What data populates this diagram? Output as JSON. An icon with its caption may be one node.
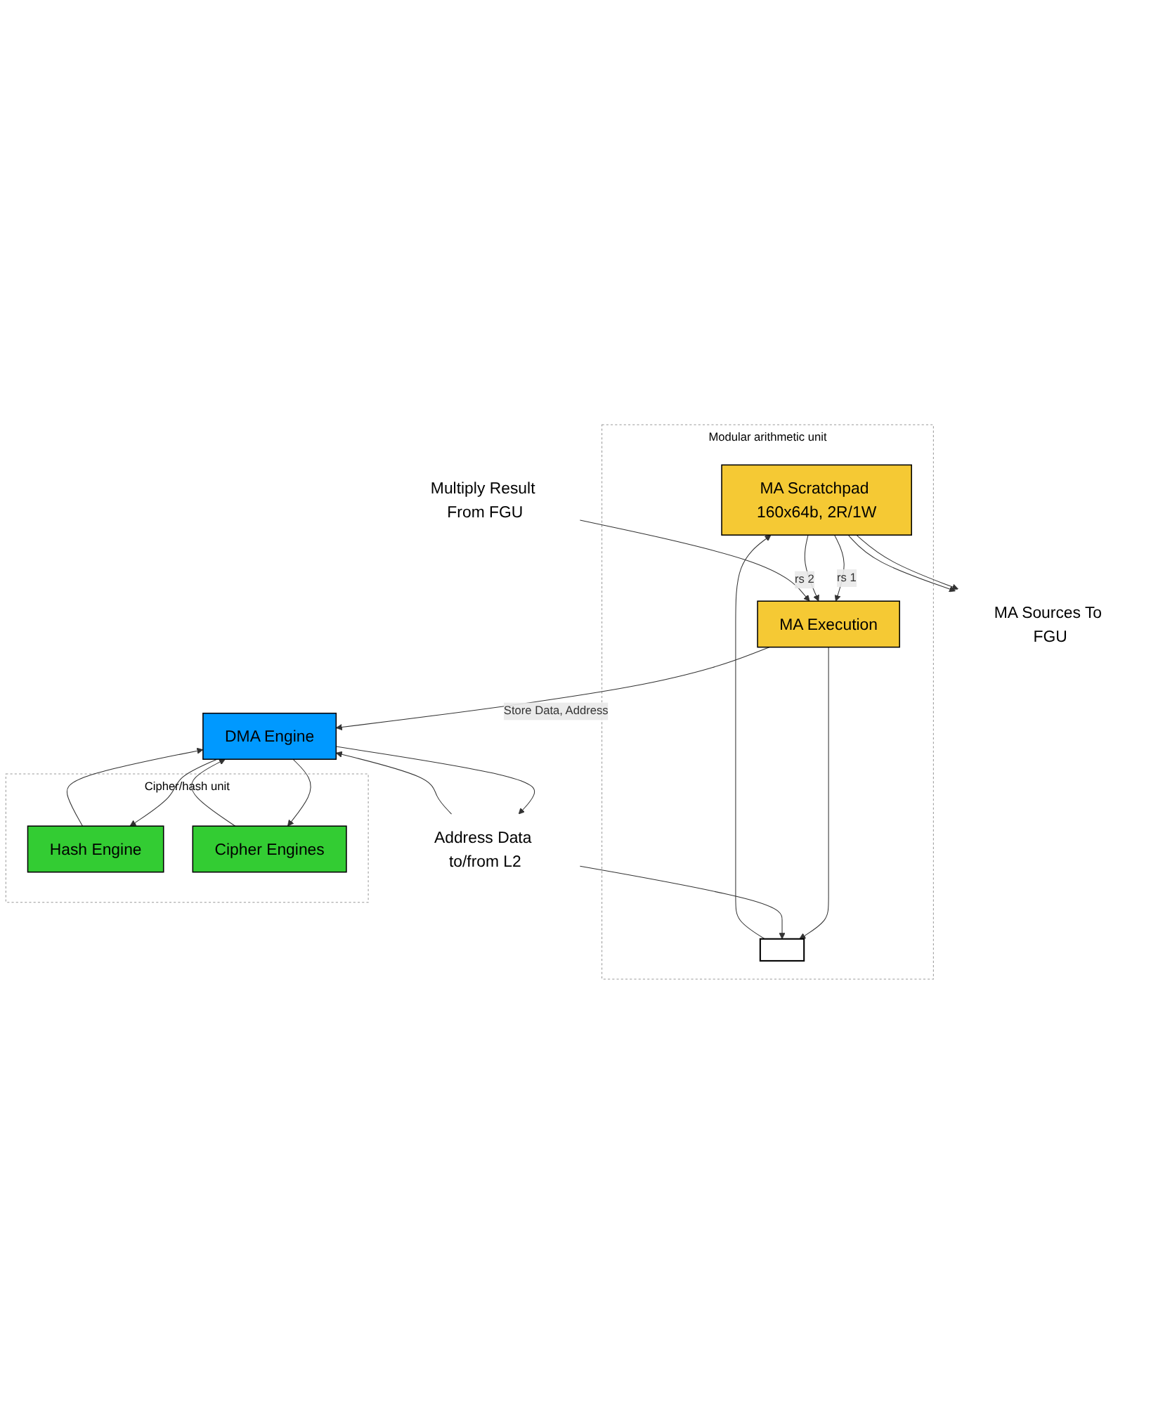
{
  "diagram": {
    "nodes": [
      {
        "text": [
          "Modular arithmetic unit"
        ]
      },
      {
        "text": [
          "MA Scratchpad 160x64b, 2R/1W"
        ],
        "in": 0
      },
      {
        "text": [],
        "shape": "bar",
        "in": 0
      },
      {
        "text": [
          "MA Execution"
        ],
        "in": 0
      },
      {
        "text": [
          "MA Sources To FGU"
        ]
      },
      {
        "text": [
          "Multiply Result From FGU"
        ]
      },
      {
        "text": [
          "DMA Engine"
        ]
      },
      {
        "text": [
          "Address Data to/from L2"
        ]
      },
      {
        "text": [
          "Cipher/hash unit"
        ]
      },
      {
        "text": [
          "Hash Engine"
        ],
        "in": 8
      },
      {
        "text": [
          "Cipher Engines"
        ],
        "in": 8
      }
    ],
    "edges": [
      {
        "from": 2,
        "to": 1,
        "arrow": "to"
      },
      {
        "from": 1,
        "to": 4,
        "arrow": "to"
      },
      {
        "from": 1,
        "to": 4,
        "arrow": "to"
      },
      {
        "from": 1,
        "to": 3,
        "label": "rs 1",
        "arrow": "to"
      },
      {
        "from": 1,
        "to": 3,
        "label": "rs 2",
        "arrow": "to"
      },
      {
        "from": 5,
        "to": 3,
        "arrow": "to"
      },
      {
        "from": 3,
        "to": 2,
        "arrow": "to"
      },
      {
        "from": 3,
        "to": 6,
        "label": "Store Data, Address",
        "arrow": "to"
      },
      {
        "from": 7,
        "to": 6,
        "arrow": "to"
      },
      {
        "from": 7,
        "to": 2,
        "arrow": "to"
      },
      {
        "from": 6,
        "to": 7,
        "arrow": "to"
      },
      {
        "from": 6,
        "to": 9,
        "arrow": "to"
      },
      {
        "from": 9,
        "to": 6,
        "arrow": "to"
      },
      {
        "from": 6,
        "to": 10,
        "arrow": "to"
      },
      {
        "from": 10,
        "to": 6,
        "arrow": "to"
      }
    ]
  }
}
